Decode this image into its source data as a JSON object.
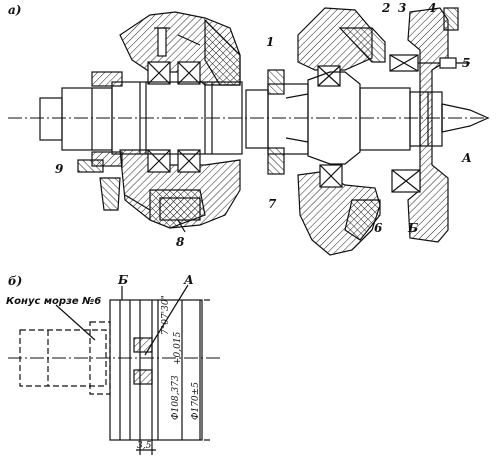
{
  "figure": {
    "panel_a_label": "а)",
    "panel_b_label": "б)",
    "callouts_a": [
      "1",
      "2",
      "3",
      "4",
      "5",
      "А",
      "Б",
      "6",
      "7",
      "8",
      "9"
    ],
    "callouts_b": {
      "b": "Б",
      "a": "А",
      "morse": "Конус морзе №6",
      "angle": "7°07'30\"",
      "tol": "+0,015",
      "dia1": "Ф108,373",
      "dia2": "Ф170±5",
      "dim": "3,5"
    }
  }
}
